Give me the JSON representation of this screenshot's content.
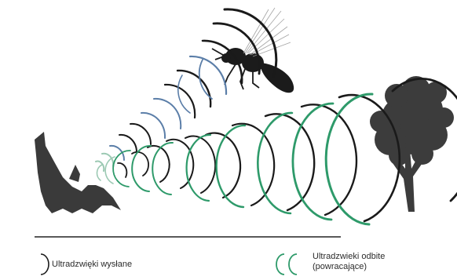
{
  "legend": {
    "sent_label": "Ultradzwięki wysłane",
    "reflected_label_line1": "Ultradzwieki odbite",
    "reflected_label_line2": "(powracające)"
  },
  "colors": {
    "sent_dark": "#1a1a1a",
    "sent_blue": "#5b7ea8",
    "reflected_green": "#2e9a6a",
    "reflected_light": "#9cc9b3",
    "silhouette": "#3a3a3a"
  },
  "icons": {
    "bat": "bat-icon",
    "insect": "wasp-icon",
    "tree": "tree-icon"
  }
}
